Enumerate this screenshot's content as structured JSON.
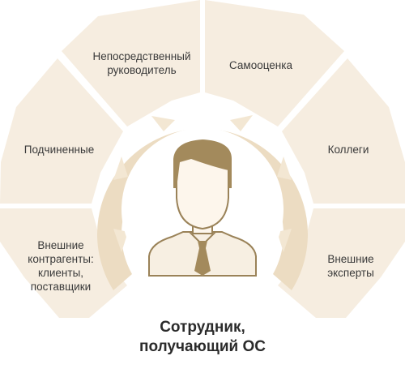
{
  "diagram": {
    "segments": [
      {
        "id": "direct-manager",
        "label": "Непосредственный\nруководитель"
      },
      {
        "id": "self-assessment",
        "label": "Самооценка"
      },
      {
        "id": "subordinates",
        "label": "Подчиненные"
      },
      {
        "id": "colleagues",
        "label": "Коллеги"
      },
      {
        "id": "external-contractors",
        "label": "Внешние\nконтрагенты:\nклиенты,\nпоставщики"
      },
      {
        "id": "external-experts",
        "label": "Внешние\nэксперты"
      }
    ],
    "center_caption": "Сотрудник,\nполучающий ОС",
    "center_icon": "employee-person-icon",
    "colors": {
      "segment_fill": "#f6ede0",
      "ring_fill": "#ecdcc2",
      "arrow_fill": "#f3e7d3",
      "hair": "#a38a5c",
      "skin": "#fdf6ec",
      "outline": "#9a8258",
      "shirt": "#f7efe2",
      "tie": "#a38a5c",
      "caption": "#2b2b2b"
    }
  }
}
